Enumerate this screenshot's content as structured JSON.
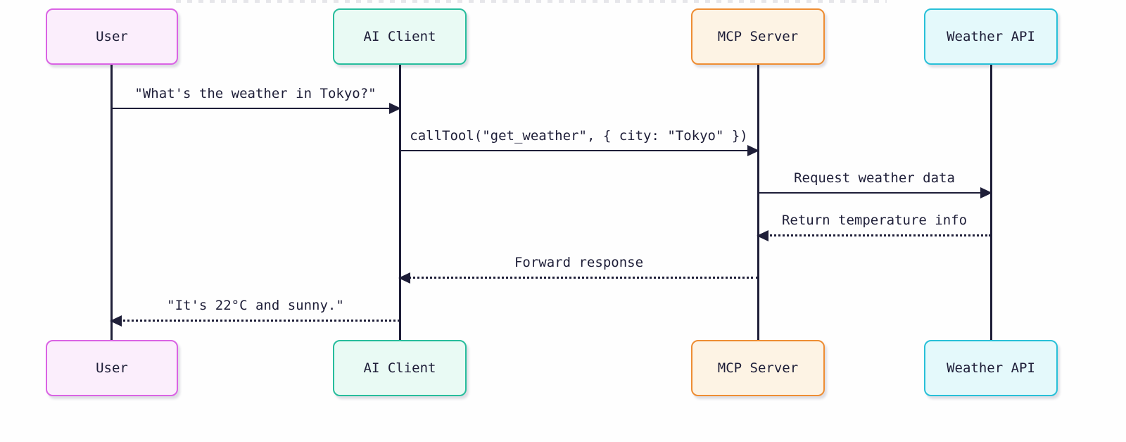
{
  "diagram": {
    "type": "sequence-diagram",
    "background_color": "#fefefe",
    "line_color": "#1e1e38",
    "text_color": "#1e1e38",
    "participants": [
      {
        "id": "user",
        "label": "User",
        "fill_color": "#fbeefc",
        "border_color": "#da63e4"
      },
      {
        "id": "ai-client",
        "label": "AI Client",
        "fill_color": "#e9faf4",
        "border_color": "#27bd9c"
      },
      {
        "id": "mcp-server",
        "label": "MCP Server",
        "fill_color": "#fdf3e4",
        "border_color": "#ee8d33"
      },
      {
        "id": "weather-api",
        "label": "Weather API",
        "fill_color": "#e4f9fb",
        "border_color": "#28c0d8"
      }
    ],
    "messages": [
      {
        "from": "user",
        "to": "ai-client",
        "style": "solid",
        "label": "\"What's the weather in Tokyo?\""
      },
      {
        "from": "ai-client",
        "to": "mcp-server",
        "style": "solid",
        "label": "callTool(\"get_weather\", { city: \"Tokyo\" })"
      },
      {
        "from": "mcp-server",
        "to": "weather-api",
        "style": "solid",
        "label": "Request weather data"
      },
      {
        "from": "weather-api",
        "to": "mcp-server",
        "style": "dotted",
        "label": "Return temperature info"
      },
      {
        "from": "mcp-server",
        "to": "ai-client",
        "style": "dotted",
        "label": "Forward response"
      },
      {
        "from": "ai-client",
        "to": "user",
        "style": "dotted",
        "label": "\"It's 22°C and sunny.\""
      }
    ]
  }
}
